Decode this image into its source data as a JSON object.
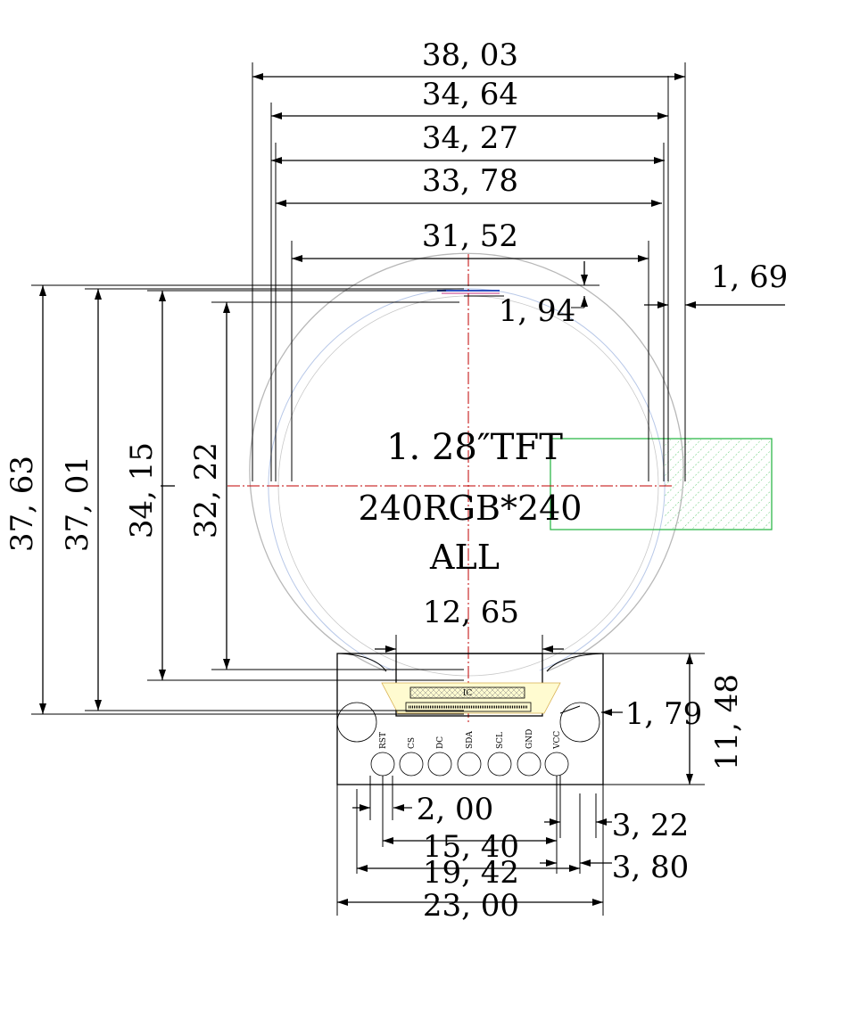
{
  "title": {
    "line1": "1. 28″TFT",
    "line2": "240RGB*240",
    "line3": "ALL"
  },
  "dimensions": {
    "top": [
      "38, 03",
      "34, 64",
      "34, 27",
      "33, 78",
      "31, 52"
    ],
    "right_top": "1, 69",
    "upper_small": "1, 94",
    "left": [
      "37, 63",
      "37, 01",
      "34, 15",
      "32, 22"
    ],
    "center": "12, 65",
    "side_small": "1, 79",
    "fpc_height": "11, 48",
    "bottom": [
      "2, 00",
      "15, 40",
      "19, 42",
      "23, 00"
    ],
    "bottom_right": [
      "3, 22",
      "3, 80"
    ]
  },
  "pins": [
    "RST",
    "CS",
    "DC",
    "SDA",
    "SCL",
    "GND",
    "VCC"
  ],
  "connector_label": "IC",
  "colors": {
    "lines": "#000000",
    "centerline": "#c00000",
    "outline": "#b8b8b8",
    "hatch": "#2fb84a"
  }
}
